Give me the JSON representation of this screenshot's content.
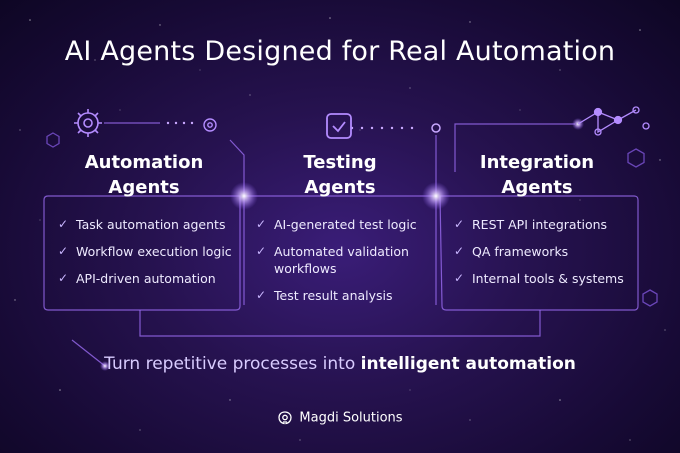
{
  "title": "AI Agents Designed for Real Automation",
  "columns": [
    {
      "title_line1": "Automation",
      "title_line2": "Agents",
      "icon": "gear-icon",
      "items": [
        "Task automation agents",
        "Workflow execution logic",
        "API-driven automation"
      ]
    },
    {
      "title_line1": "Testing",
      "title_line2": "Agents",
      "icon": "checkbox-icon",
      "items": [
        "AI-generated test logic",
        "Automated validation",
        "workflows",
        "Test result analysis"
      ]
    },
    {
      "title_line1": "Integration",
      "title_line2": "Agents",
      "icon": "network-nodes-icon",
      "items": [
        "REST API integrations",
        "QA frameworks",
        "Internal tools & systems"
      ]
    }
  ],
  "tagline": {
    "normal": "Turn repetitive processes into ",
    "bold": "intelligent automation"
  },
  "brand": {
    "name": "Magdi Solutions",
    "icon": "brain-gear-icon"
  },
  "colors": {
    "background": "#1c0d40",
    "accent": "#b48cff",
    "line": "#9a6cf0"
  }
}
